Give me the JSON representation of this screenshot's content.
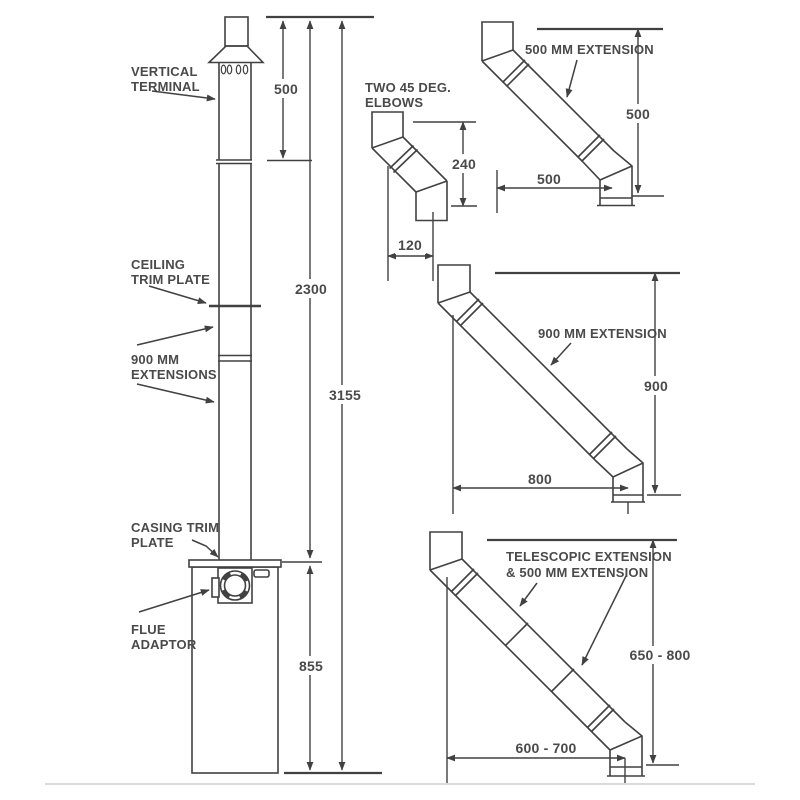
{
  "diagram": {
    "left_assembly": {
      "labels": {
        "vertical_terminal": [
          "VERTICAL",
          "TERMINAL"
        ],
        "ceiling_trim_plate": [
          "CEILING",
          "TRIM PLATE"
        ],
        "extensions_900": [
          "900 MM",
          "EXTENSIONS"
        ],
        "casing_trim_plate": [
          "CASING TRIM",
          "PLATE"
        ],
        "flue_adaptor": [
          "FLUE",
          "ADAPTOR"
        ]
      },
      "dimensions": {
        "terminal_height": "500",
        "flue_above_casing": "2300",
        "total_height": "3155",
        "casing_height": "855"
      }
    },
    "elbows": {
      "label": [
        "TWO 45 DEG.",
        "ELBOWS"
      ],
      "dimensions": {
        "vertical": "240",
        "horizontal": "120"
      }
    },
    "extension_500": {
      "label": "500 MM EXTENSION",
      "dimensions": {
        "vertical": "500",
        "horizontal": "500"
      }
    },
    "extension_900": {
      "label": "900 MM EXTENSION",
      "dimensions": {
        "vertical": "900",
        "horizontal": "800"
      }
    },
    "telescopic": {
      "label": [
        "TELESCOPIC EXTENSION",
        "& 500 MM EXTENSION"
      ],
      "dimensions": {
        "vertical": "650 - 800",
        "horizontal": "600 - 700"
      }
    }
  }
}
